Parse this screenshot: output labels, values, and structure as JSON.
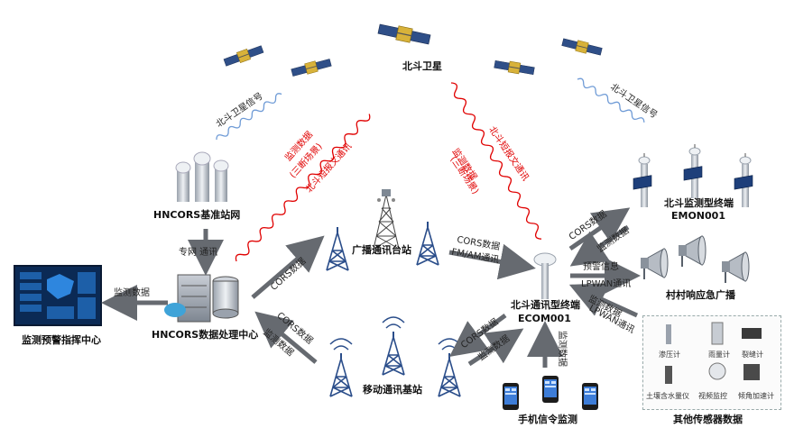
{
  "labels": {
    "beidou_satellite": "北斗卫星",
    "signal_left": "北斗卫星信号",
    "signal_right": "北斗卫星信号",
    "red_left_1": "监测数据",
    "red_left_2": "(三断场景)",
    "red_left_3": "北斗短报文通讯",
    "red_right_1": "北斗短报文通讯",
    "red_right_2": "监测数据",
    "red_right_3": "(三断场景)",
    "station_net": "HNCORS基准站网",
    "private_net": "专网 通讯",
    "processing": "HNCORS数据处理中心",
    "command": "监测预警指挥中心",
    "monitor_data_to_cmd": "监测数据",
    "broadcast_station": "广播通讯台站",
    "cors_up": "CORS数据",
    "cors_bc": "CORS数据",
    "fm_am": "FM/AM通讯",
    "cors_down": "CORS数据",
    "monitor_back": "监测数据",
    "mobile_station": "移动通讯基站",
    "ecom_1": "北斗通讯型终端",
    "ecom_2": "ECOM001",
    "emon_1": "北斗监测型终端",
    "emon_2": "EMON001",
    "emon_cors": "CORS数据",
    "emon_mon": "监测数据",
    "warning_info": "预警信息",
    "lpwan_1": "LPWAN通讯",
    "lpwan_2": "监测数据",
    "lpwan_3": "LPWAN通讯",
    "village_bc": "村村响应急广播",
    "mobile_cors": "CORS数据",
    "mobile_mon": "监测数据",
    "phone_mon": "监测数据",
    "phone_monitor": "手机信令监测",
    "sensors_title": "其他传感器数据"
  },
  "sensors": [
    {
      "label": "渗压计"
    },
    {
      "label": "雨量计"
    },
    {
      "label": "裂缝计"
    },
    {
      "label": "土壤含水量仪"
    },
    {
      "label": "视频监控"
    },
    {
      "label": "倾角加速计"
    }
  ],
  "colors": {
    "arrow": "#666a70",
    "red_wave": "#e00000",
    "blue_wave": "#6f9bd6",
    "tower": "#2a4d8a"
  }
}
